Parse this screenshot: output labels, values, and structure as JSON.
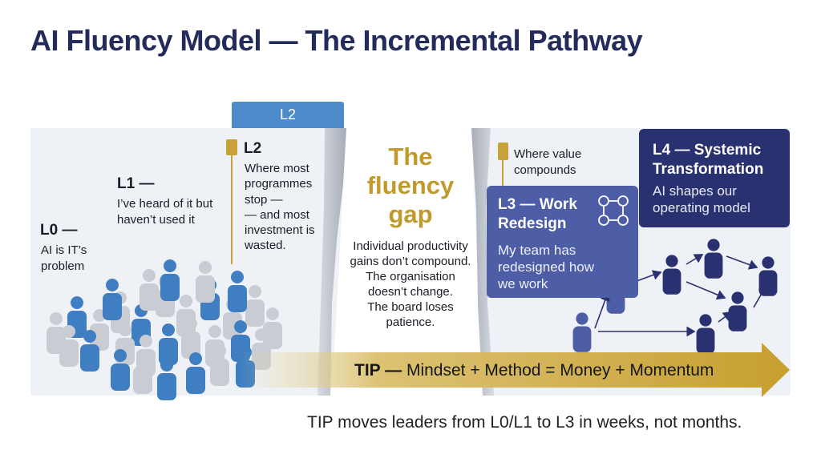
{
  "title": "AI Fluency Model — The Incremental Pathway",
  "levels": {
    "l0": {
      "label": "L0 —",
      "text": [
        "AI is IT’s",
        "problem"
      ]
    },
    "l1": {
      "label": "L1 —",
      "text": [
        "I’ve heard of it but",
        "haven’t used it"
      ]
    },
    "l2": {
      "tab": "L2",
      "label": "L2",
      "text": [
        "Where most",
        "programmes",
        "stop —",
        "— and most",
        "investment is",
        "wasted."
      ]
    },
    "l3": {
      "title": [
        "L3 — Work",
        "Redesign"
      ],
      "text": [
        "My team has",
        "redesigned how",
        "we work"
      ],
      "note": [
        "Where value",
        "compounds"
      ]
    },
    "l4": {
      "title": [
        "L4 — Systemic",
        "Transformation"
      ],
      "text": [
        "AI shapes our",
        "operating model"
      ]
    }
  },
  "gap": {
    "title": [
      "The",
      "fluency",
      "gap"
    ],
    "text": [
      "Individual productivity",
      "gains don’t compound.",
      "The organisation",
      "doesn’t change.",
      "The board loses",
      "patience."
    ]
  },
  "tip": {
    "prefix": "TIP —",
    "formula": "Mindset + Method = Money + Momentum"
  },
  "footer": "TIP moves leaders from L0/L1 to L3 in weeks, not months.",
  "colors": {
    "navy": "#2a3170",
    "blue": "#4d5ea6",
    "light_blue": "#4c8ccb",
    "gold": "#c19a2c",
    "panel": "#eef1f5"
  }
}
